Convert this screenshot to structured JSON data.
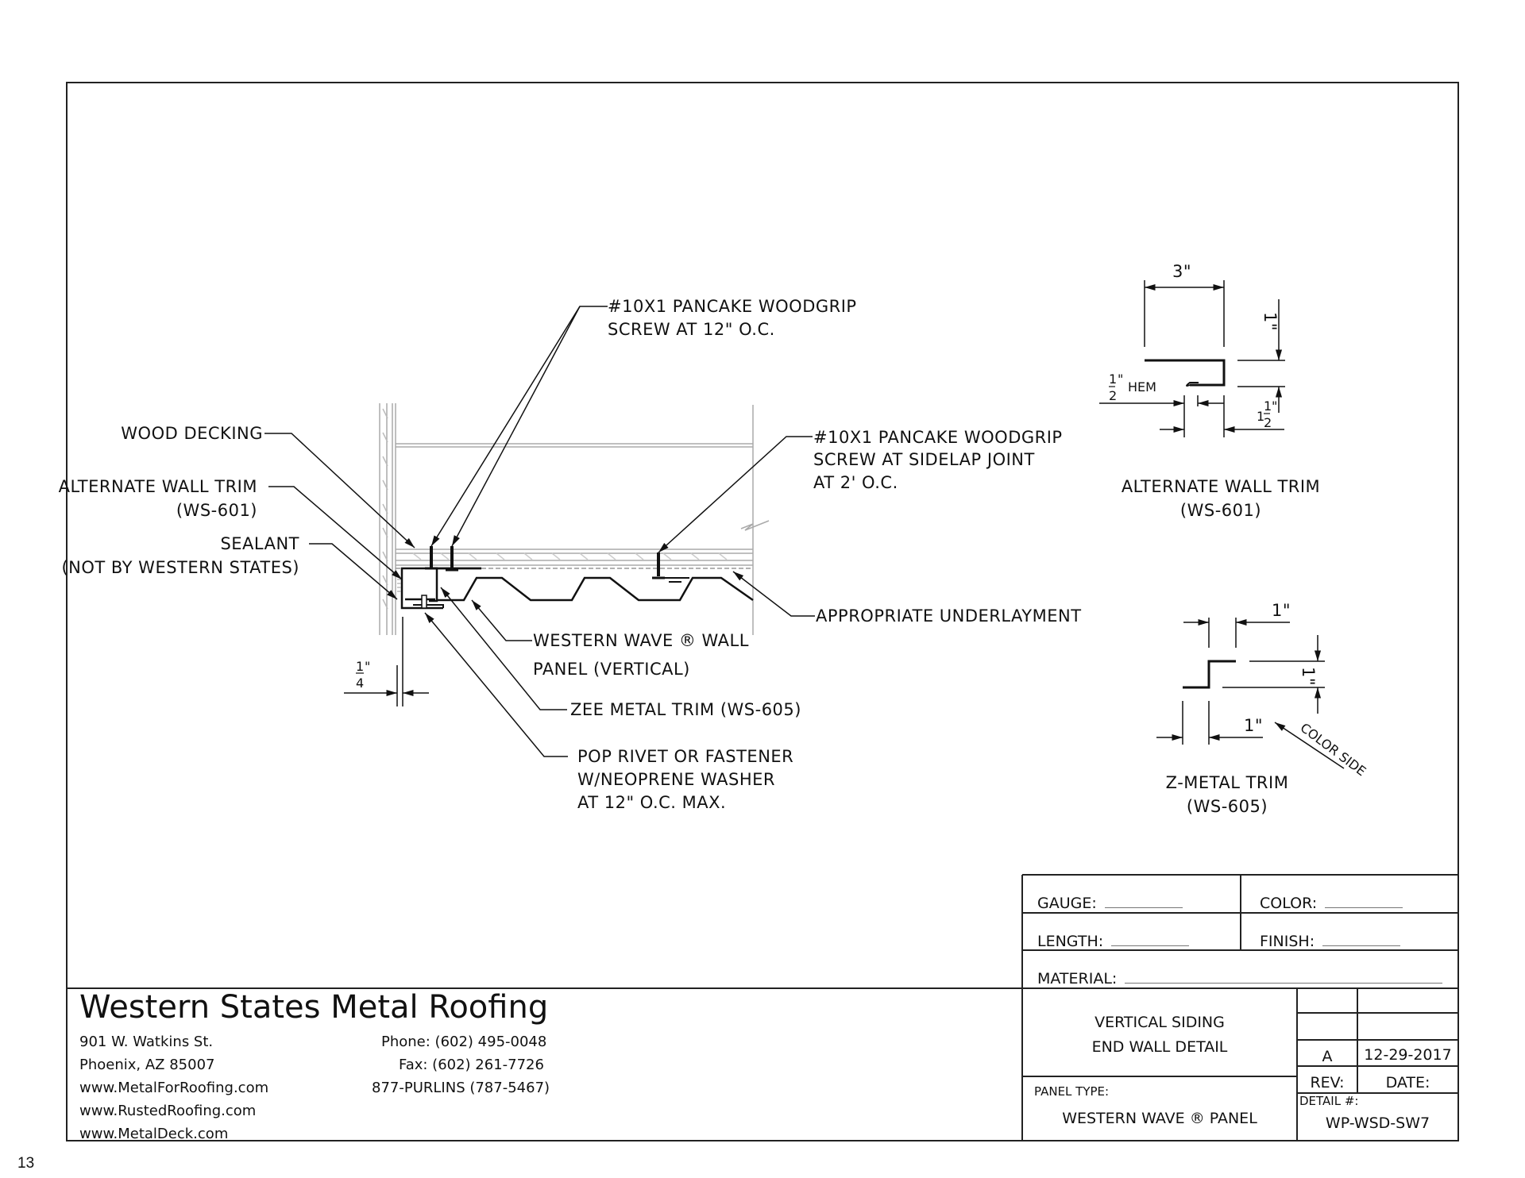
{
  "page_number": "13",
  "drawing": {
    "callouts": {
      "wood_decking": "WOOD DECKING",
      "alt_wall_trim_line1": "ALTERNATE WALL TRIM",
      "alt_wall_trim_line2": "(WS-601)",
      "sealant_line1": "SEALANT",
      "sealant_line2": "(NOT BY WESTERN STATES)",
      "screw_12oc_line1": "#10X1 PANCAKE WOODGRIP",
      "screw_12oc_line2": "SCREW AT 12\" O.C.",
      "screw_sidelap_line1": "#10X1 PANCAKE WOODGRIP",
      "screw_sidelap_line2": "SCREW AT SIDELAP JOINT",
      "screw_sidelap_line3": "AT 2' O.C.",
      "underlayment": "APPROPRIATE UNDERLAYMENT",
      "panel_line1": "WESTERN WAVE ® WALL",
      "panel_line2": "PANEL (VERTICAL)",
      "zee_trim": "ZEE METAL TRIM (WS-605)",
      "rivet_line1": "POP RIVET OR FASTENER",
      "rivet_line2": "W/NEOPRENE WASHER",
      "rivet_line3": "AT 12\" O.C. MAX.",
      "gap_dim_num": "1",
      "gap_dim_den": "4",
      "gap_dim_unit": "\""
    },
    "alt_trim_detail": {
      "title_line1": "ALTERNATE WALL TRIM",
      "title_line2": "(WS-601)",
      "dim_width": "3\"",
      "dim_height": "1\"",
      "hem_label": "HEM",
      "hem_num": "1",
      "hem_den": "2",
      "dim_lower_whole": "1",
      "dim_lower_num": "1",
      "dim_lower_den": "2",
      "unit": "\""
    },
    "z_trim_detail": {
      "title_line1": "Z-METAL TRIM",
      "title_line2": "(WS-605)",
      "dim_top": "1\"",
      "dim_side": "1\"",
      "dim_bottom": "1\"",
      "color_side": "COLOR SIDE"
    }
  },
  "title_block": {
    "company": "Western States Metal Roofing",
    "address_line1": "901 W. Watkins St.",
    "address_line2": "Phoenix, AZ 85007",
    "web1": "www.MetalForRoofing.com",
    "web2": "www.RustedRoofing.com",
    "web3": "www.MetalDeck.com",
    "phone": "Phone: (602) 495-0048",
    "fax": "Fax: (602) 261-7726",
    "tollfree": "877-PURLINS (787-5467)",
    "gauge_label": "GAUGE:",
    "color_label": "COLOR:",
    "length_label": "LENGTH:",
    "finish_label": "FINISH:",
    "material_label": "MATERIAL:",
    "gauge_value": "",
    "color_value": "",
    "length_value": "",
    "finish_value": "",
    "material_value": "",
    "detail_title_line1": "VERTICAL SIDING",
    "detail_title_line2": "END WALL DETAIL",
    "panel_type_label": "PANEL TYPE:",
    "panel_type_value": "WESTERN WAVE ® PANEL",
    "rev_value": "A",
    "date_value": "12-29-2017",
    "rev_label": "REV:",
    "date_label": "DATE:",
    "detail_no_label": "DETAIL #:",
    "detail_no_value": "WP-WSD-SW7"
  }
}
